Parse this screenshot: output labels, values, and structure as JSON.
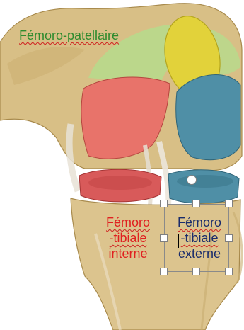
{
  "labels": {
    "femoro_patellaire": "Fémoro-patellaire",
    "internal_line1": "Fémoro",
    "internal_line2": "-tibiale",
    "internal_line3": "interne",
    "external_line1": "Fémoro",
    "external_line2": "-tibiale",
    "external_line3": "externe"
  },
  "colors": {
    "femoro_patellaire_text": "#2e8b2e",
    "internal_text": "#e02020",
    "external_text": "#1a2c6b",
    "patellar_surface": "#b8d98c",
    "patella": "#e2d23a",
    "internal_compartment": "#e8736a",
    "external_compartment": "#4f8fa6"
  },
  "icons": {
    "rotate": "rotate-handle-icon"
  }
}
